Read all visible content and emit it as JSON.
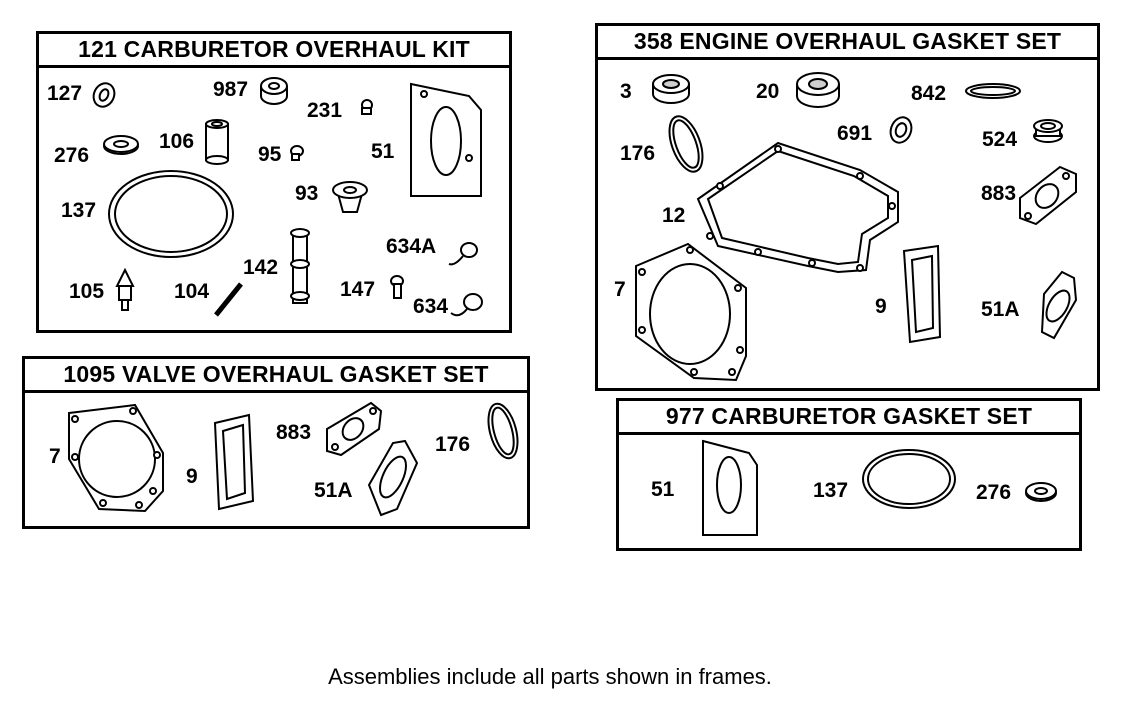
{
  "kits": {
    "carb_overhaul": {
      "title": "121 CARBURETOR OVERHAUL KIT",
      "labels": {
        "p127": "127",
        "p987": "987",
        "p231": "231",
        "p276": "276",
        "p106": "106",
        "p95": "95",
        "p51": "51",
        "p137": "137",
        "p93": "93",
        "p634a": "634A",
        "p142": "142",
        "p105": "105",
        "p104": "104",
        "p147": "147",
        "p634": "634"
      }
    },
    "engine_gasket": {
      "title": "358 ENGINE OVERHAUL GASKET SET",
      "labels": {
        "p3": "3",
        "p20": "20",
        "p842": "842",
        "p176": "176",
        "p691": "691",
        "p524": "524",
        "p12": "12",
        "p883": "883",
        "p7": "7",
        "p9": "9",
        "p51a": "51A"
      }
    },
    "valve_gasket": {
      "title": "1095 VALVE OVERHAUL GASKET SET",
      "labels": {
        "p7": "7",
        "p9": "9",
        "p883": "883",
        "p51a": "51A",
        "p176": "176"
      }
    },
    "carb_gasket": {
      "title": "977 CARBURETOR GASKET SET",
      "labels": {
        "p51": "51",
        "p137": "137",
        "p276": "276"
      }
    }
  },
  "footnote": "Assemblies include all parts shown in frames."
}
